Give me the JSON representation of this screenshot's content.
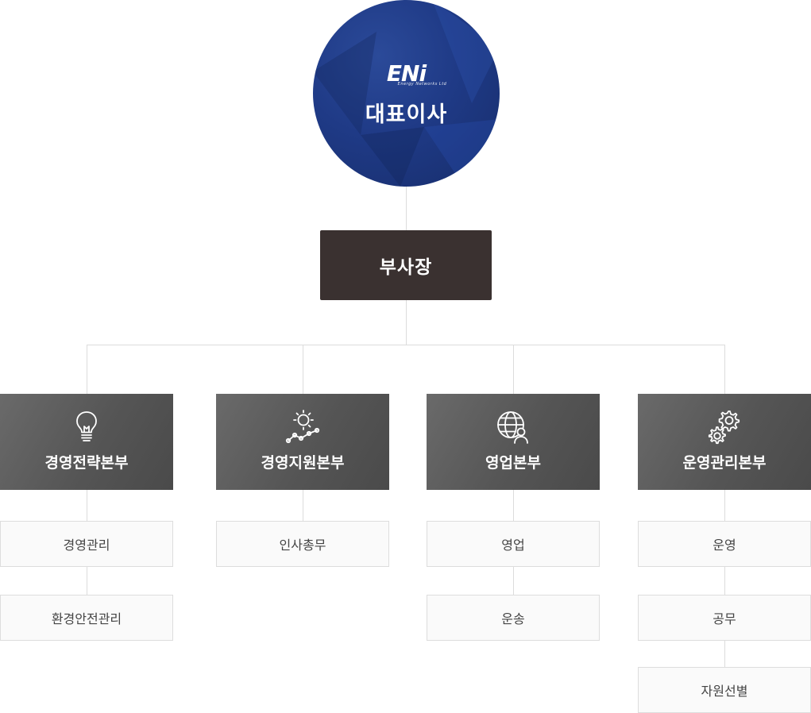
{
  "ceo": {
    "logo_text": "ENi",
    "logo_sub": "Energy Networks Ltd",
    "title": "대표이사"
  },
  "vice_president": {
    "title": "부사장"
  },
  "divisions": [
    {
      "label": "경영전략본부",
      "icon": "lightbulb-icon",
      "teams": [
        "경영관리",
        "환경안전관리"
      ]
    },
    {
      "label": "경영지원본부",
      "icon": "sun-chart-icon",
      "teams": [
        "인사총무"
      ]
    },
    {
      "label": "영업본부",
      "icon": "globe-person-icon",
      "teams": [
        "영업",
        "운송"
      ]
    },
    {
      "label": "운영관리본부",
      "icon": "gears-icon",
      "teams": [
        "운영",
        "공무",
        "자원선별"
      ]
    }
  ],
  "colors": {
    "ceo_circle": "#1f3a86",
    "vice_president_box": "#3a3130",
    "division_box": "#555555",
    "team_box": "#fafafa",
    "connector": "#dcdcdc"
  }
}
